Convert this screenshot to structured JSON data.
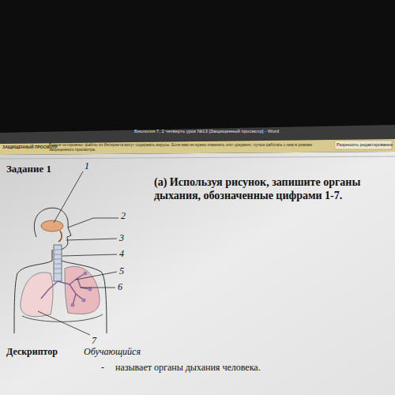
{
  "diagram": {
    "title": "Задание 1",
    "labels": [
      "Биология 7, 2 четверть урок №13 [Защищенный просмотр] - Word",
      "ЗАЩИЩЕННЫЙ ПРОСМОТР",
      "Будьте осторожны: файлы из Интернета могут содержать вирусы. Если вам не нужно изменять этот документ, лучше работать с ним в режиме защищенного просмотра.",
      "Разрешить редактирование",
      "1",
      "2",
      "3",
      "4",
      "5",
      "6",
      "7",
      "(а) Используя рисунок, запишите органы дыхания, обозначенные цифрами 1-7.",
      "Дескриптор",
      "Обучающийся",
      "-",
      "называет органы дыхания человека."
    ]
  }
}
